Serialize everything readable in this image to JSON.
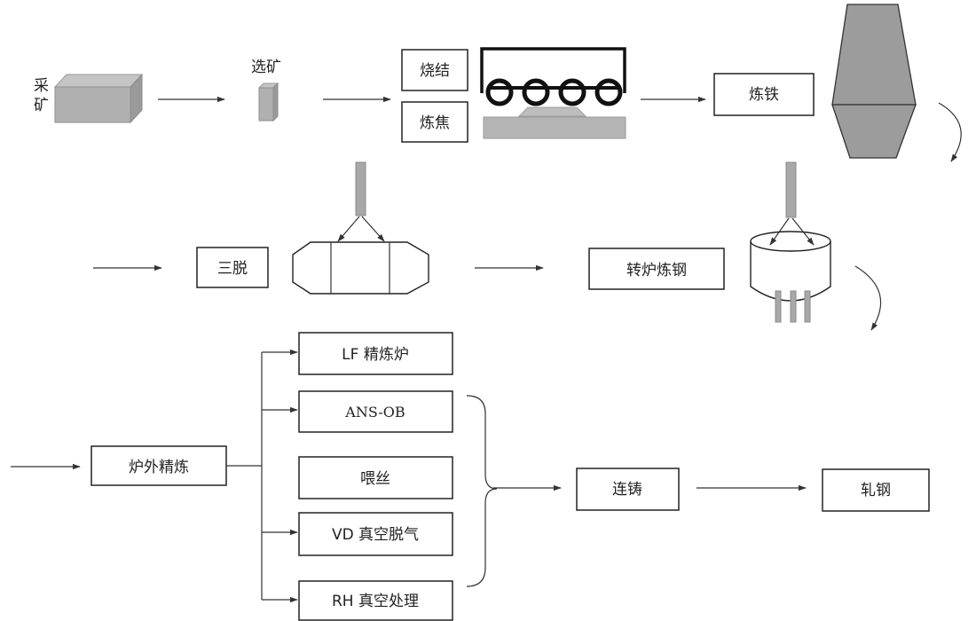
{
  "labels": {
    "mining": "采矿",
    "mining_top": "采",
    "mining_bottom": "矿",
    "beneficiation": "选矿",
    "sintering": "烧结",
    "coking": "炼焦",
    "ironmaking": "炼铁",
    "three_removal": "三脱",
    "converter": "转炉炼钢",
    "secondary_refining": "炉外精炼",
    "lf": "LF 精炼炉",
    "ans_ob": "ANS-OB",
    "wire_feeding": "喂丝",
    "vd": "VD 真空脱气",
    "rh": "RH 真空处理",
    "casting": "连铸",
    "rolling": "轧钢"
  },
  "colors": {
    "line": "#333333",
    "box_border": "#222222",
    "equipment_gray": "#a8a8a8"
  }
}
